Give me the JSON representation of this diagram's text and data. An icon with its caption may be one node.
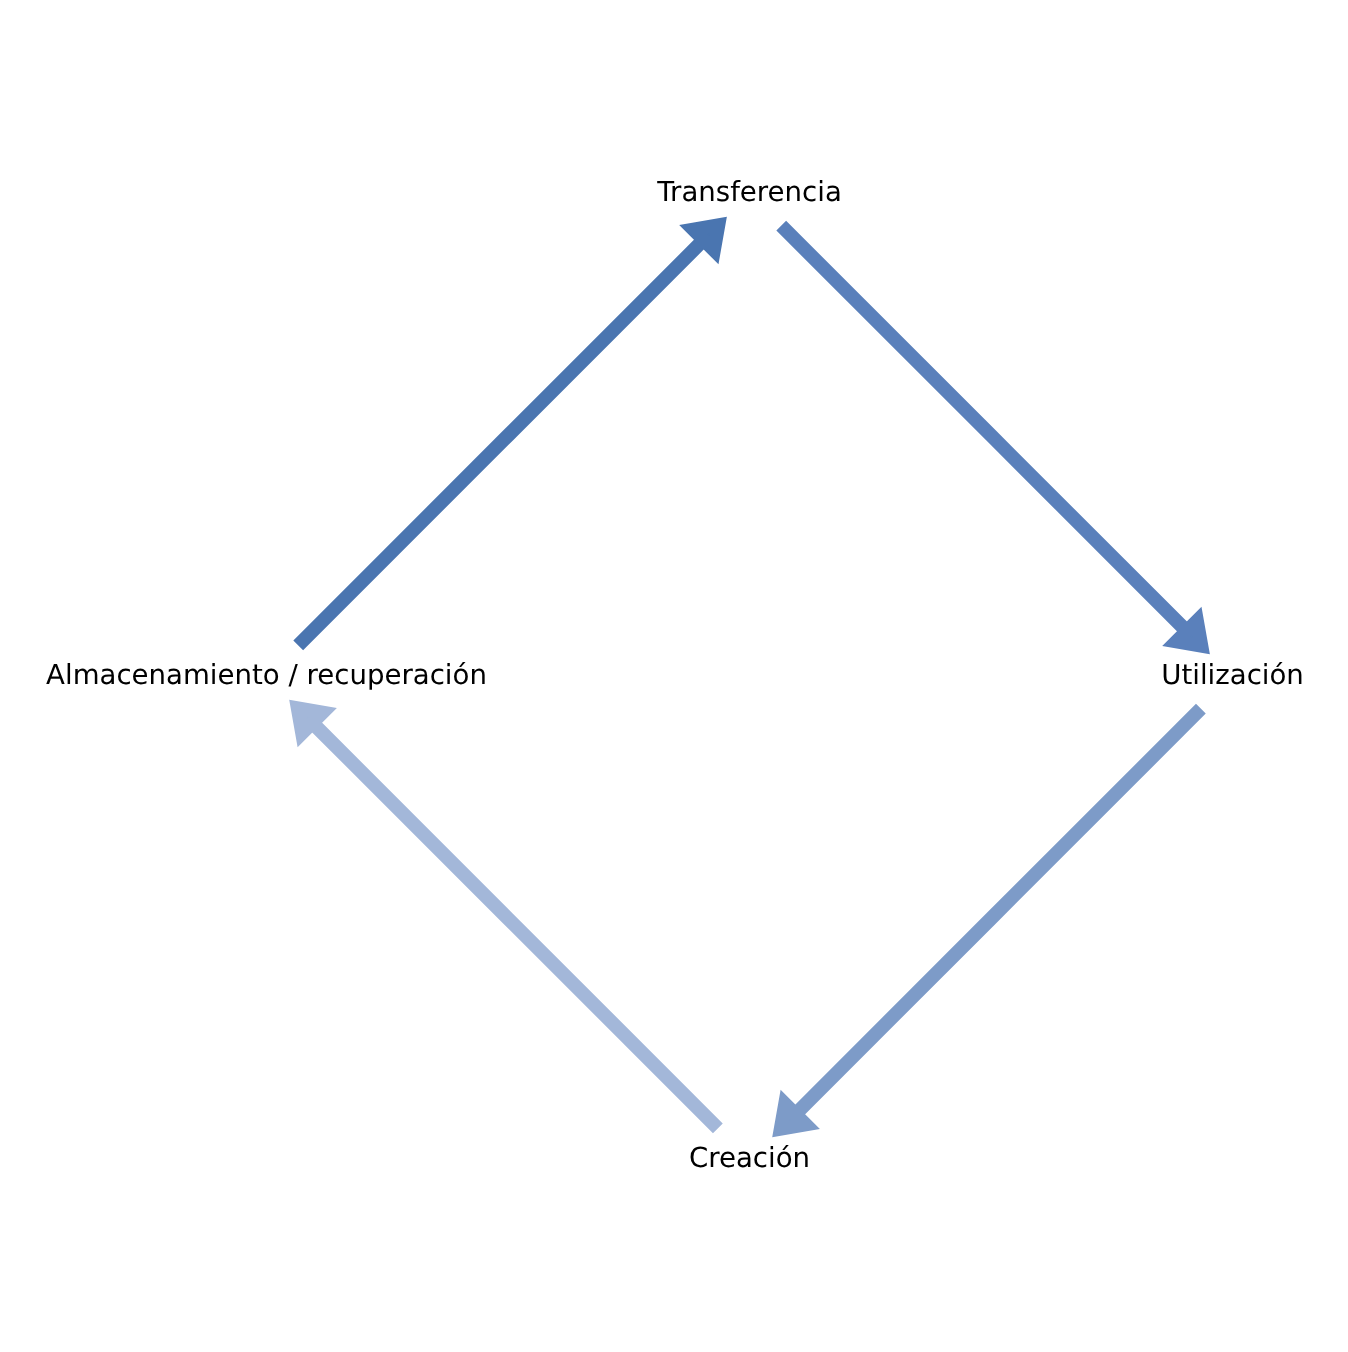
{
  "diagram": {
    "nodes": [
      {
        "text": [
          "Creación"
        ]
      },
      {
        "text": [
          "Almacenamiento / recuperación"
        ]
      },
      {
        "text": [
          "Transferencia"
        ]
      },
      {
        "text": [
          "Utilización"
        ]
      }
    ],
    "edges": [
      {
        "from": 0,
        "to": 1,
        "arrow": "to",
        "color": "#a3b7d9"
      },
      {
        "from": 1,
        "to": 2,
        "arrow": "to",
        "color": "#4a75b0"
      },
      {
        "from": 2,
        "to": 3,
        "arrow": "to",
        "color": "#5a80bb"
      },
      {
        "from": 3,
        "to": 0,
        "arrow": "to",
        "color": "#7d9bc8"
      }
    ]
  }
}
